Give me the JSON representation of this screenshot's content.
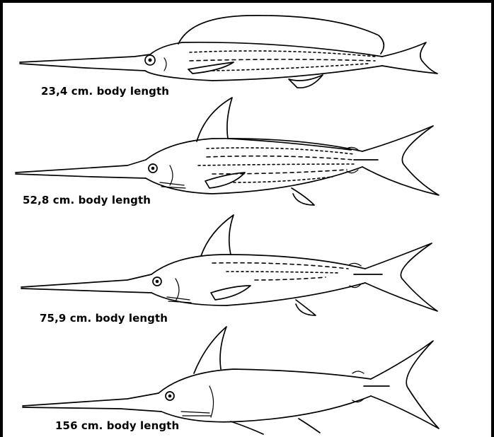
{
  "figure": {
    "captions": [
      "23,4  cm. body  length",
      "52,8  cm. body  length",
      "75,9  cm. body  length",
      "156  cm. body  length"
    ]
  }
}
